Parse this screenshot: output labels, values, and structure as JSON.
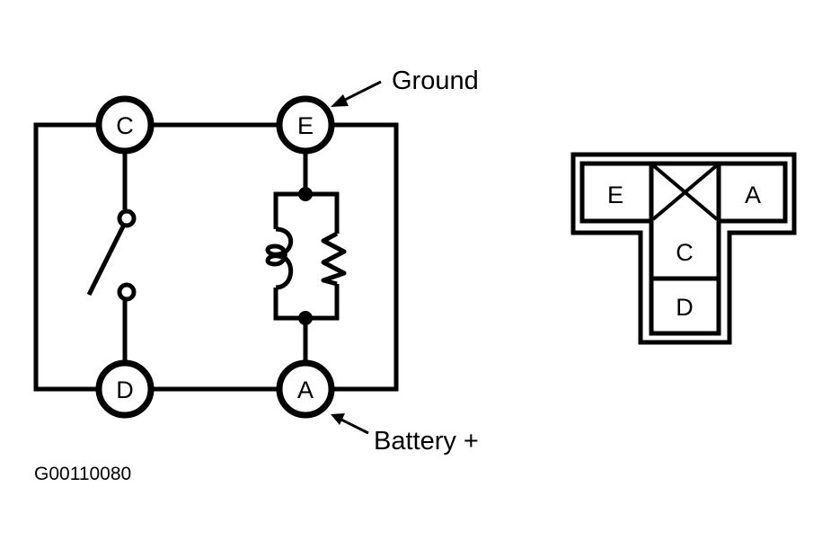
{
  "figure_id": "G00110080",
  "schematic": {
    "terminals": [
      {
        "id": "C",
        "label": "C"
      },
      {
        "id": "E",
        "label": "E"
      },
      {
        "id": "D",
        "label": "D"
      },
      {
        "id": "A",
        "label": "A"
      }
    ],
    "annotations": {
      "ground": "Ground",
      "battery": "Battery +"
    },
    "components": [
      "switch-open",
      "coil",
      "resistor"
    ]
  },
  "connector": {
    "top_row": [
      "E",
      "blank",
      "A"
    ],
    "stem": [
      "C",
      "D"
    ],
    "labels": {
      "E": "E",
      "A": "A",
      "C": "C",
      "D": "D"
    }
  }
}
